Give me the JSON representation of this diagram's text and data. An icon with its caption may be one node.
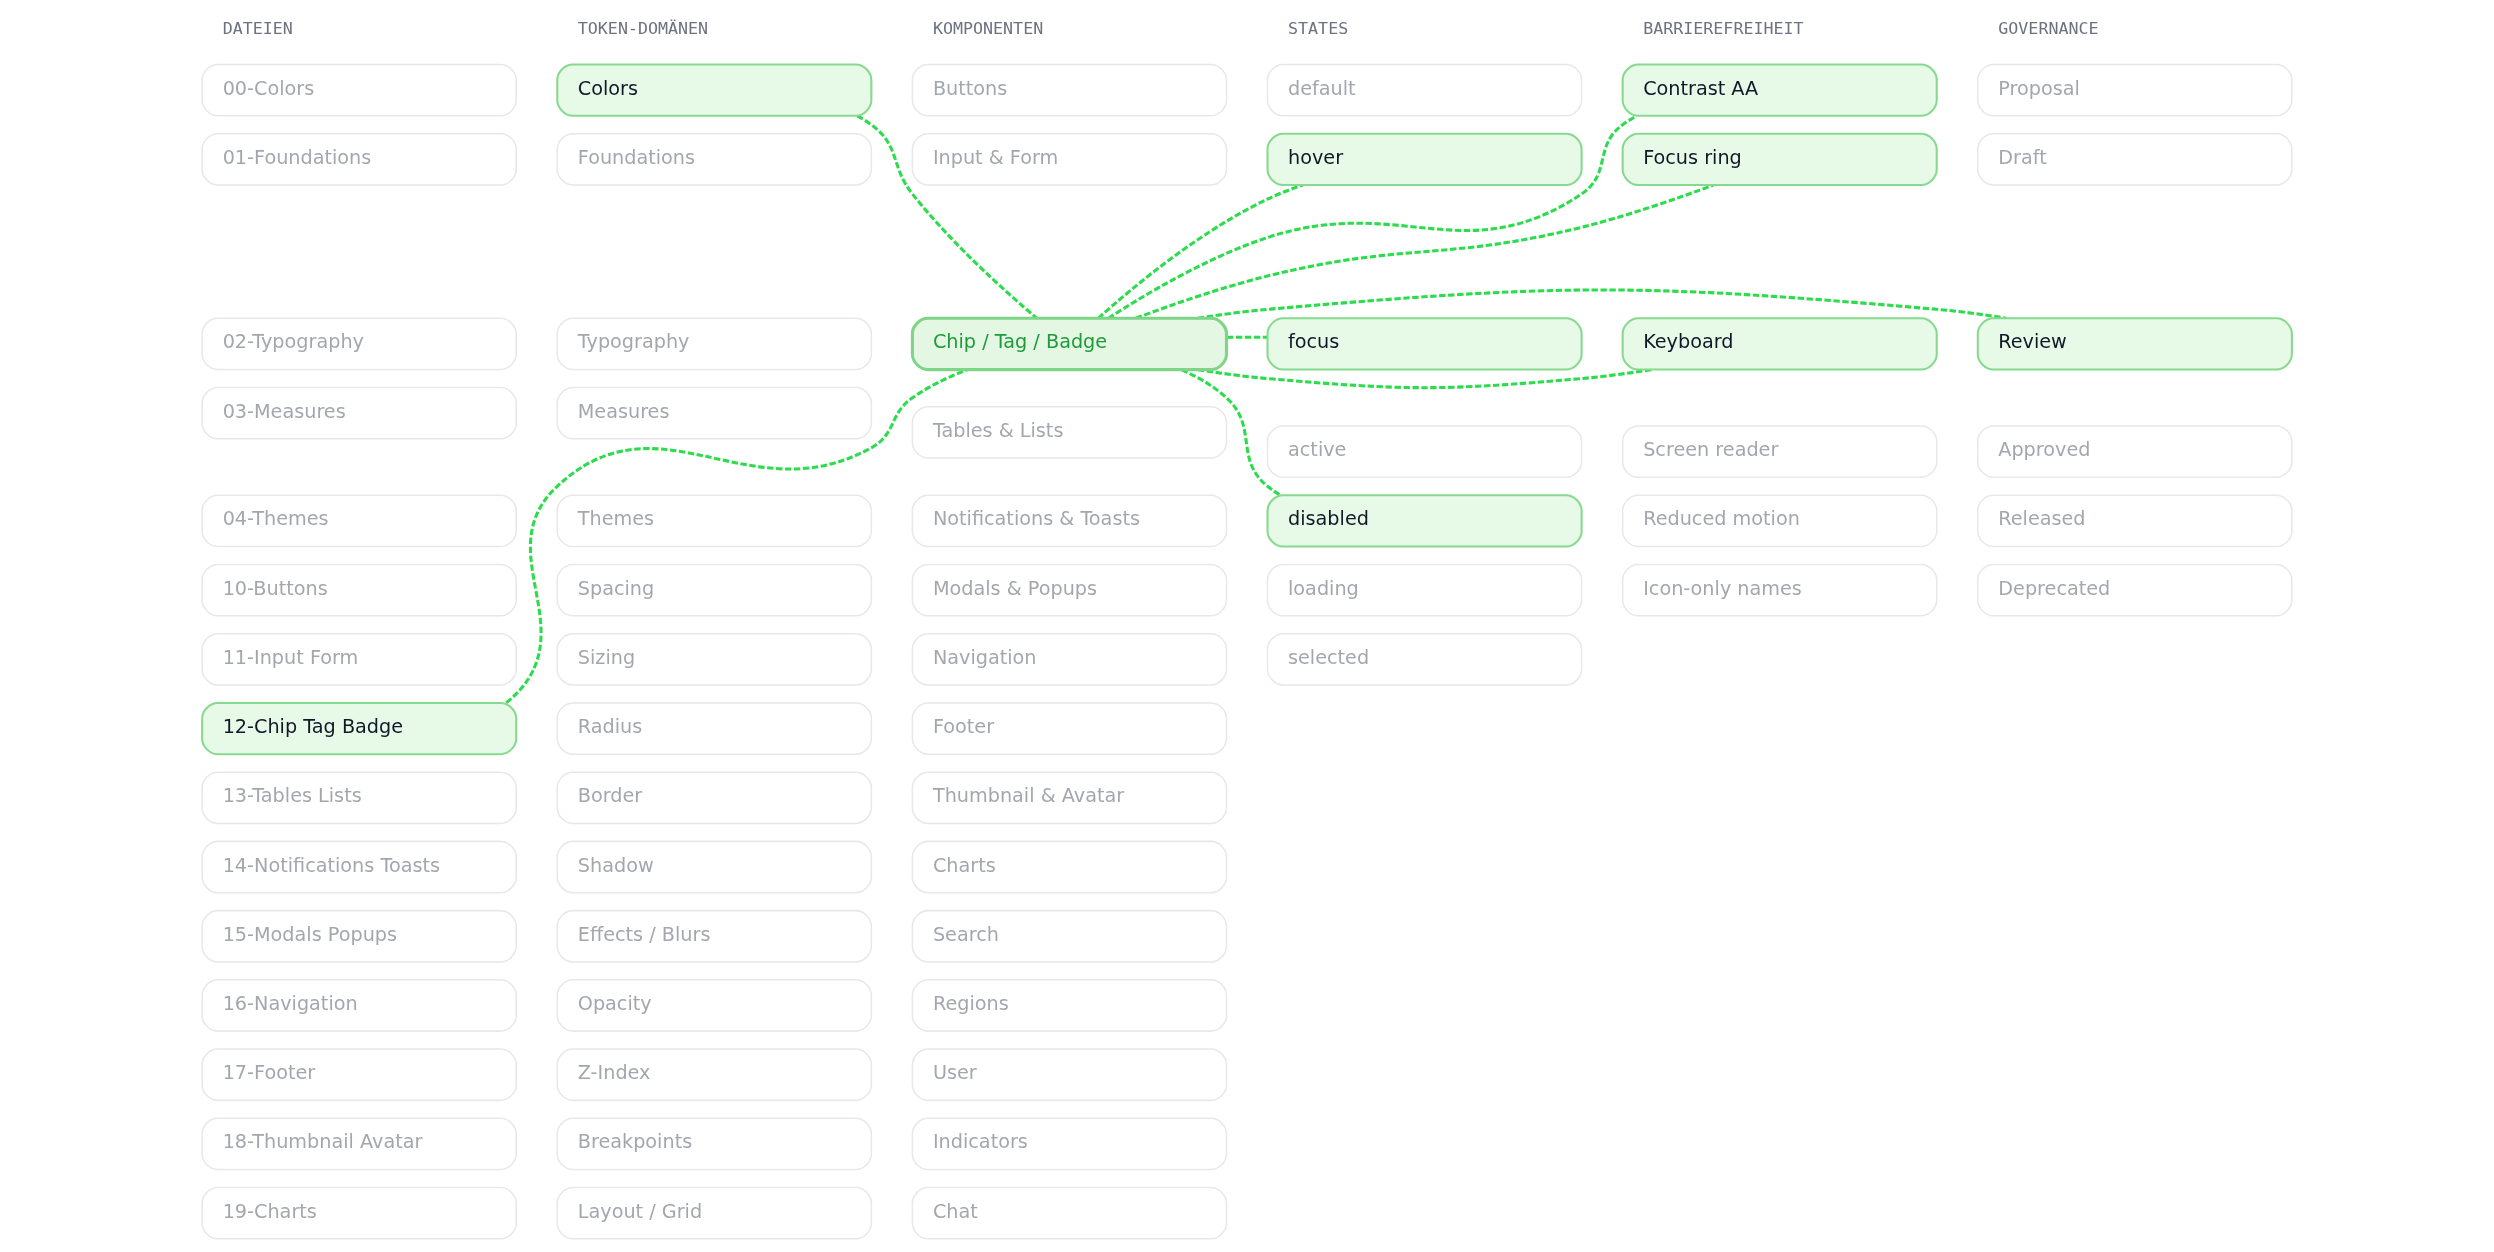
{
  "diagram": {
    "nodes": [
      {
        "text": [
          "00-Colors"
        ]
      },
      {
        "text": [
          "01-Foundations"
        ]
      },
      {
        "text": [
          "02-Typography"
        ]
      },
      {
        "text": [
          "03-Measures"
        ]
      },
      {
        "text": [
          "04-Themes"
        ]
      },
      {
        "text": [
          "10-Buttons"
        ]
      },
      {
        "text": [
          "11-Input Form"
        ]
      },
      {
        "text": [
          "12-Chip Tag Badge"
        ]
      },
      {
        "text": [
          "13-Tables Lists"
        ]
      },
      {
        "text": [
          "14-Notifications Toasts"
        ]
      },
      {
        "text": [
          "15-Modals Popups"
        ]
      },
      {
        "text": [
          "16-Navigation"
        ]
      },
      {
        "text": [
          "17-Footer"
        ]
      },
      {
        "text": [
          "18-Thumbnail Avatar"
        ]
      },
      {
        "text": [
          "19-Charts"
        ]
      },
      {
        "text": [
          "Colors"
        ]
      },
      {
        "text": [
          "Foundations"
        ]
      },
      {
        "text": [
          "Typography"
        ]
      },
      {
        "text": [
          "Measures"
        ]
      },
      {
        "text": [
          "Themes"
        ]
      },
      {
        "text": [
          "Spacing"
        ]
      },
      {
        "text": [
          "Sizing"
        ]
      },
      {
        "text": [
          "Radius"
        ]
      },
      {
        "text": [
          "Border"
        ]
      },
      {
        "text": [
          "Shadow"
        ]
      },
      {
        "text": [
          "Effects / Blurs"
        ]
      },
      {
        "text": [
          "Opacity"
        ]
      },
      {
        "text": [
          "Z-Index"
        ]
      },
      {
        "text": [
          "Breakpoints"
        ]
      },
      {
        "text": [
          "Layout / Grid"
        ]
      },
      {
        "text": [
          "Buttons"
        ]
      },
      {
        "text": [
          "Input & Form"
        ]
      },
      {
        "text": [
          "Chip / Tag / Badge"
        ]
      },
      {
        "text": [
          "Tables & Lists"
        ]
      },
      {
        "text": [
          "Notifications & Toasts"
        ]
      },
      {
        "text": [
          "Modals & Popups"
        ]
      },
      {
        "text": [
          "Navigation"
        ]
      },
      {
        "text": [
          "Footer"
        ]
      },
      {
        "text": [
          "Thumbnail & Avatar"
        ]
      },
      {
        "text": [
          "Charts"
        ]
      },
      {
        "text": [
          "Search"
        ]
      },
      {
        "text": [
          "Regions"
        ]
      },
      {
        "text": [
          "User"
        ]
      },
      {
        "text": [
          "Indicators"
        ]
      },
      {
        "text": [
          "Chat"
        ]
      },
      {
        "text": [
          "default"
        ]
      },
      {
        "text": [
          "hover"
        ]
      },
      {
        "text": [
          "focus"
        ]
      },
      {
        "text": [
          "active"
        ]
      },
      {
        "text": [
          "disabled"
        ]
      },
      {
        "text": [
          "loading"
        ]
      },
      {
        "text": [
          "selected"
        ]
      },
      {
        "text": [
          "Contrast AA"
        ]
      },
      {
        "text": [
          "Focus ring"
        ]
      },
      {
        "text": [
          "Keyboard"
        ]
      },
      {
        "text": [
          "Screen reader"
        ]
      },
      {
        "text": [
          "Reduced motion"
        ]
      },
      {
        "text": [
          "Icon-only names"
        ]
      },
      {
        "text": [
          "Proposal"
        ]
      },
      {
        "text": [
          "Draft"
        ]
      },
      {
        "text": [
          "Review"
        ]
      },
      {
        "text": [
          "Approved"
        ]
      },
      {
        "text": [
          "Released"
        ]
      },
      {
        "text": [
          "Deprecated"
        ]
      }
    ],
    "edges": [
      {
        "from": 15,
        "to": 32,
        "arrow": "none",
        "style": "dashed"
      },
      {
        "from": 7,
        "to": 32,
        "arrow": "none",
        "style": "dashed"
      },
      {
        "from": 32,
        "to": 46,
        "arrow": "none",
        "style": "dashed"
      },
      {
        "from": 32,
        "to": 47,
        "arrow": "none",
        "style": "dashed"
      },
      {
        "from": 32,
        "to": 49,
        "arrow": "none",
        "style": "dashed"
      },
      {
        "from": 32,
        "to": 52,
        "arrow": "none",
        "style": "dashed"
      },
      {
        "from": 32,
        "to": 53,
        "arrow": "none",
        "style": "dashed"
      },
      {
        "from": 32,
        "to": 54,
        "arrow": "none",
        "style": "dashed"
      },
      {
        "from": 32,
        "to": 60,
        "arrow": "none",
        "style": "dashed"
      }
    ],
    "labels": [
      "DATEIEN",
      "TOKEN-DOMÄNEN",
      "KOMPONENTEN",
      "STATES",
      "BARRIEREFREIHEIT",
      "GOVERNANCE"
    ]
  }
}
